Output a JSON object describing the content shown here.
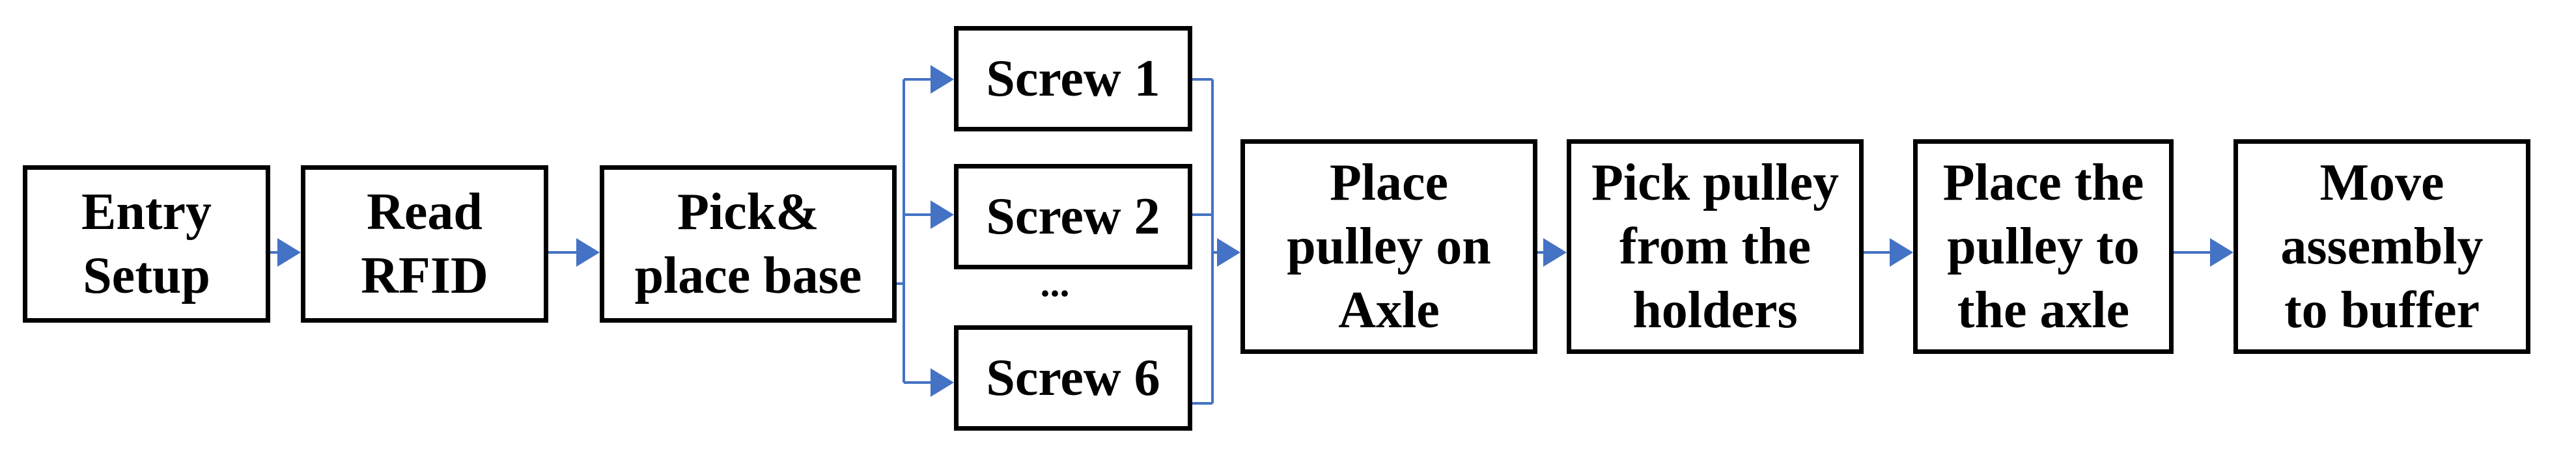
{
  "diagram": {
    "steps": [
      {
        "id": "entry-setup",
        "label": "Entry\nSetup"
      },
      {
        "id": "read-rfid",
        "label": "Read\nRFID"
      },
      {
        "id": "pick-place-base",
        "label": "Pick&\nplace base"
      },
      {
        "id": "screw-1",
        "label": "Screw 1"
      },
      {
        "id": "screw-2",
        "label": "Screw 2"
      },
      {
        "id": "screw-6",
        "label": "Screw 6"
      },
      {
        "id": "place-pulley",
        "label": "Place\npulley on\nAxle"
      },
      {
        "id": "pick-pulley",
        "label": "Pick pulley\nfrom the\nholders"
      },
      {
        "id": "place-pulley-axle",
        "label": "Place the\npulley to\nthe axle"
      },
      {
        "id": "move-assembly",
        "label": "Move\nassembly\nto buffer"
      }
    ],
    "ellipsis": "...",
    "edges": [
      [
        "entry-setup",
        "read-rfid"
      ],
      [
        "read-rfid",
        "pick-place-base"
      ],
      [
        "pick-place-base",
        "screw-1"
      ],
      [
        "pick-place-base",
        "screw-2"
      ],
      [
        "pick-place-base",
        "screw-6"
      ],
      [
        "screw-1",
        "place-pulley"
      ],
      [
        "screw-2",
        "place-pulley"
      ],
      [
        "screw-6",
        "place-pulley"
      ],
      [
        "place-pulley",
        "pick-pulley"
      ],
      [
        "pick-pulley",
        "place-pulley-axle"
      ],
      [
        "place-pulley-axle",
        "move-assembly"
      ]
    ],
    "colors": {
      "arrow": "#4472C4",
      "box_border": "#000000",
      "text": "#000000"
    }
  }
}
